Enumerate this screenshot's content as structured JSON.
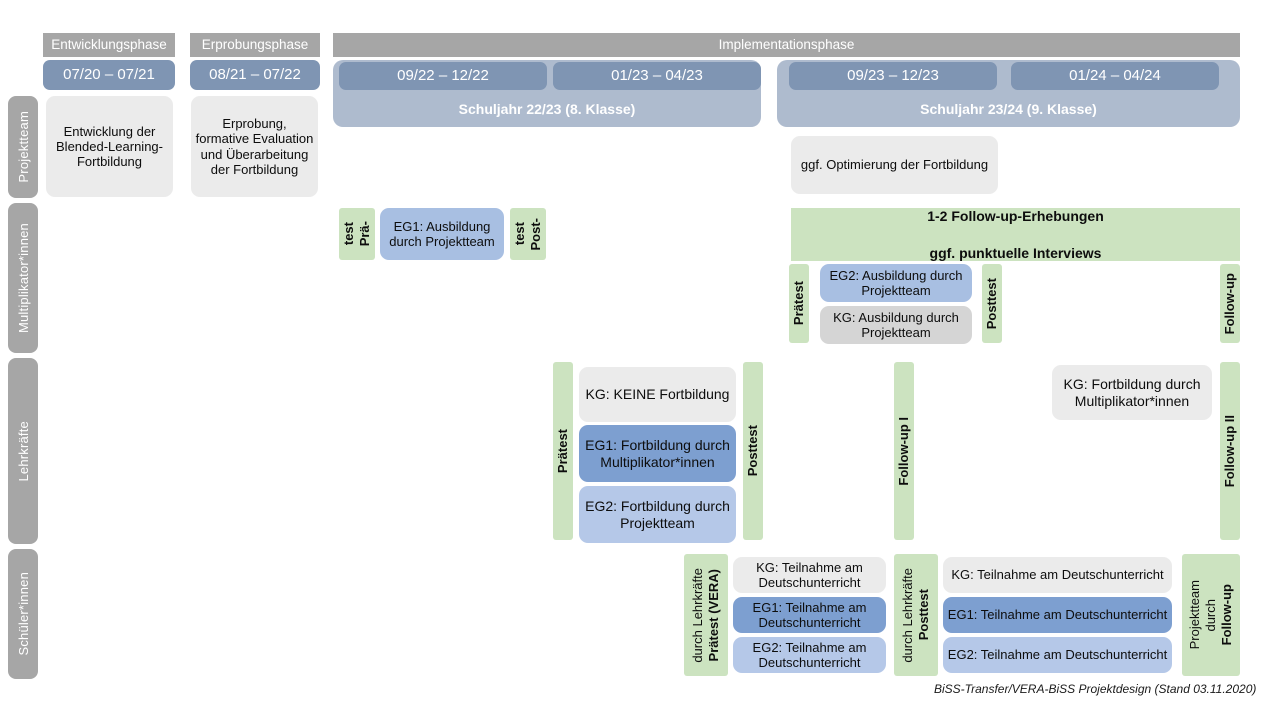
{
  "document": {
    "title": "BiSS-Transfer/VERA-BiSS Projektdesign",
    "footer": "BiSS-Transfer/VERA-BiSS Projektdesign (Stand 03.11.2020)"
  },
  "colors": {
    "header_grey": "#a6a6a6",
    "period_blue": "#7f95b3",
    "band_blue": "#aebbce",
    "box_grey": "#ebebeb",
    "box_grey_dark": "#d5d5d5",
    "eg1_blue": "#7d9fd0",
    "eg2_blue": "#b5c8e8",
    "mult_blue": "#a8bfe2",
    "test_green": "#cce3c0"
  },
  "phases": [
    {
      "id": "entwicklung",
      "label": "Entwicklungsphase"
    },
    {
      "id": "erprobung",
      "label": "Erprobungsphase"
    },
    {
      "id": "implementation",
      "label": "Implementationsphase"
    }
  ],
  "periods": [
    {
      "id": "p1",
      "label": "07/20 – 07/21"
    },
    {
      "id": "p2",
      "label": "08/21 – 07/22"
    },
    {
      "id": "p3",
      "label": "09/22 – 12/22"
    },
    {
      "id": "p4",
      "label": "01/23 – 04/23"
    },
    {
      "id": "p5",
      "label": "09/23 – 12/23"
    },
    {
      "id": "p6",
      "label": "01/24 – 04/24"
    }
  ],
  "school_years": [
    {
      "id": "sj2223",
      "label": "Schuljahr 22/23 (8. Klasse)"
    },
    {
      "id": "sj2324",
      "label": "Schuljahr 23/24 (9. Klasse)"
    }
  ],
  "rows": [
    {
      "id": "projektteam",
      "label": "Projektteam"
    },
    {
      "id": "multiplikatorinnen",
      "label": "Multiplikator*innen"
    },
    {
      "id": "lehrkraefte",
      "label": "Lehrkräfte"
    },
    {
      "id": "schuelerinnen",
      "label": "Schüler*innen"
    }
  ],
  "projektteam": {
    "entwicklung": "Entwicklung der Blended-Learning-Fortbildung",
    "erprobung": "Erprobung, formative Evaluation und Überarbeitung der Fortbildung",
    "optimierung": "ggf. Optimierung der Fortbildung"
  },
  "multiplikatoren": {
    "praetest_1": "Prä-test",
    "praetest_1_line1": "Prä-",
    "praetest_1_line2": "test",
    "eg1": "EG1: Ausbildung durch Projektteam",
    "posttest_1_line1": "Post-",
    "posttest_1_line2": "test",
    "followup_banner_line1": "1-2 Follow-up-Erhebungen",
    "followup_banner_line2": "ggf. punktuelle Interviews",
    "praetest_2": "Prätest",
    "eg2": "EG2: Ausbildung durch Projektteam",
    "kg": "KG: Ausbildung durch Projektteam",
    "posttest_2": "Posttest",
    "followup": "Follow-up"
  },
  "lehrkraefte": {
    "praetest": "Prätest",
    "kg_keine": "KG:  KEINE Fortbildung",
    "eg1": "EG1: Fortbildung durch Multiplikator*innen",
    "eg2": "EG2: Fortbildung durch Projektteam",
    "posttest": "Posttest",
    "followup_1": "Follow-up I",
    "kg_fortbildung": "KG: Fortbildung durch Multiplikator*innen",
    "followup_2": "Follow-up II"
  },
  "schueler": {
    "praetest_bold": "Prätest (VERA)",
    "praetest_sub": "durch Lehrkräfte",
    "kg_1": "KG: Teilnahme am Deutschunterricht",
    "eg1_1": "EG1: Teilnahme am Deutschunterricht",
    "eg2_1": "EG2: Teilnahme am Deutschunterricht",
    "posttest_bold": "Posttest",
    "posttest_sub": "durch Lehrkräfte",
    "kg_2": "KG: Teilnahme am Deutschunterricht",
    "eg1_2": "EG1: Teilnahme am Deutschunterricht",
    "eg2_2": "EG2: Teilnahme am Deutschunterricht",
    "followup_bold": "Follow-up",
    "followup_sub1": "durch",
    "followup_sub2": "Projektteam"
  }
}
